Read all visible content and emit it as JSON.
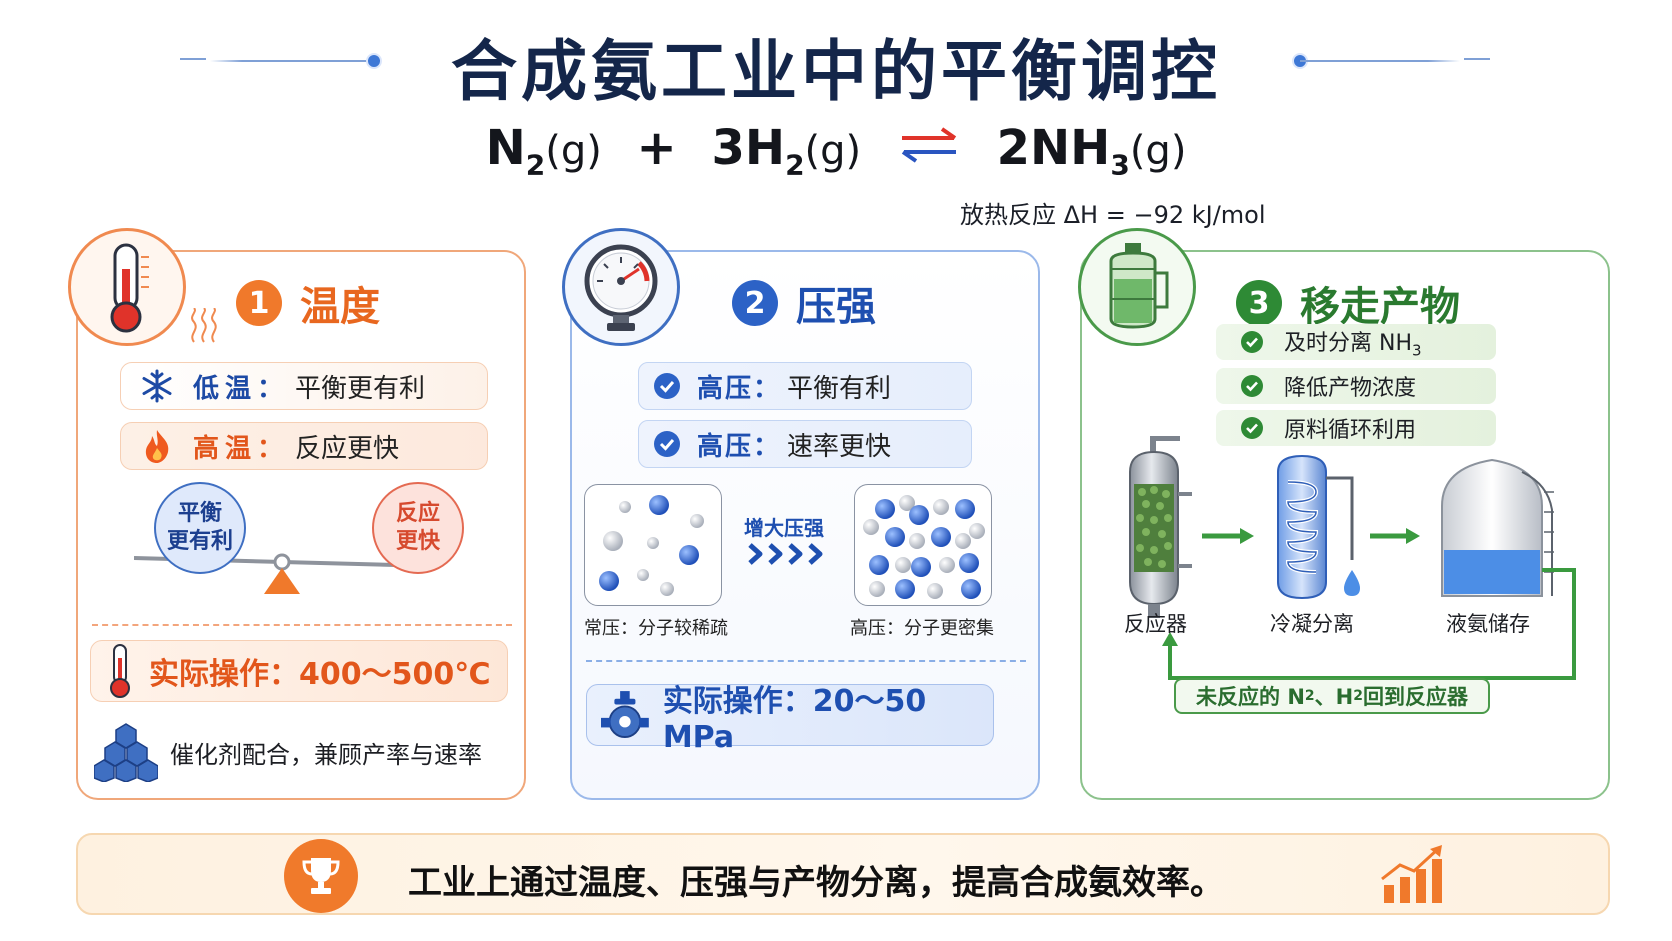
{
  "header": {
    "title": "合成氨工业中的平衡调控",
    "equation": {
      "reactant1": "N",
      "reactant1_sub": "2",
      "reactant1_phase": "(g)",
      "plus": "+",
      "reactant2": "3H",
      "reactant2_sub": "2",
      "reactant2_phase": "(g)",
      "product": "2NH",
      "product_sub": "3",
      "product_phase": "(g)"
    },
    "enthalpy_note": "放热反应  ΔH = −92 kJ/mol"
  },
  "panels": {
    "temperature": {
      "number": "1",
      "title": "温度",
      "low": {
        "key": "低温：",
        "value": "平衡更有利"
      },
      "high": {
        "key": "高温：",
        "value": "反应更快"
      },
      "balance_left": [
        "平衡",
        "更有利"
      ],
      "balance_right": [
        "反应",
        "更快"
      ],
      "operation": "实际操作：400～500℃",
      "catalyst": "催化剂配合，兼顾产率与速率"
    },
    "pressure": {
      "number": "2",
      "title": "压强",
      "check1": {
        "key": "高压：",
        "value": "平衡有利"
      },
      "check2": {
        "key": "高压：",
        "value": "速率更快"
      },
      "arrow_label": "增大压强",
      "low_caption": "常压：分子较稀疏",
      "high_caption": "高压：分子更密集",
      "operation": "实际操作：20～50 MPa"
    },
    "product": {
      "number": "3",
      "title": "移走产物",
      "step1": "及时分离 NH",
      "step1_sub": "3",
      "step2": "降低产物浓度",
      "step3": "原料循环利用",
      "reactor_label": "反应器",
      "condenser_label": "冷凝分离",
      "storage_label": "液氨储存",
      "recycle_prefix": "未反应的 N",
      "recycle_n_sub": "2",
      "recycle_mid": "、H",
      "recycle_h_sub": "2",
      "recycle_suffix": " 回到反应器"
    }
  },
  "banner": {
    "text": "工业上通过温度、压强与产物分离，提高合成氨效率。"
  },
  "colors": {
    "orange": "#f0792b",
    "blue": "#2c62c6",
    "green": "#2e8a35",
    "navy_title": "#14264a"
  },
  "icons": [
    "thermometer-icon",
    "pressure-gauge-icon",
    "ammonia-tank-icon",
    "snowflake-icon",
    "flame-icon",
    "check-icon",
    "hexagon-catalyst-icon",
    "valve-icon",
    "trophy-icon",
    "bar-chart-icon"
  ]
}
